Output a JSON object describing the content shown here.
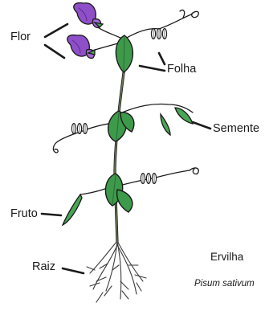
{
  "labels": {
    "flower": "Flor",
    "leaf": "Folha",
    "seed": "Semente",
    "fruit": "Fruto",
    "root": "Raiz"
  },
  "species": {
    "common_name": "Ervilha",
    "scientific_name": "Pisum sativum"
  },
  "colors": {
    "leaf": "#3e9a4b",
    "leaf_dark": "#2a6b33",
    "petal": "#8e4fc9",
    "petal_dark": "#5c2a8a",
    "stem": "#5b6b45",
    "outline": "#1a1a1a",
    "root": "#3a3a3a"
  }
}
